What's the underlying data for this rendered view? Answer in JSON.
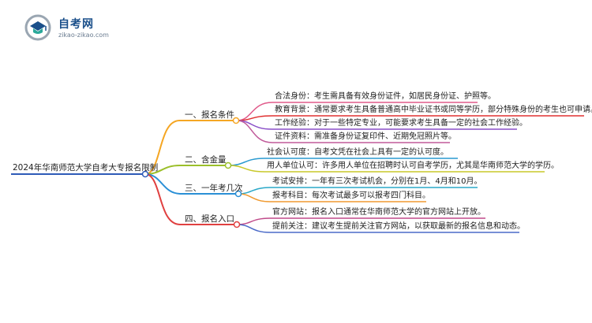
{
  "logo": {
    "title": "自考网",
    "subtitle": "zikao-zikao.com",
    "colors": {
      "blue": "#1a4f8a",
      "teal": "#2aa89a",
      "gray": "#9aa6b2"
    }
  },
  "root": {
    "label": "2024年华南师范大学自考大专报名限制",
    "color": "#2e5bb8"
  },
  "branches": [
    {
      "label": "一、报名条件",
      "color": "#f5a623",
      "children": [
        {
          "label": "合法身份：考生需具备有效身份证件，如居民身份证、护照等。",
          "color": "#e05a8a"
        },
        {
          "label": "教育背景：通常要求考生具备普通高中毕业证书或同等学历，部分特殊身份的考生也可申请。",
          "color": "#e03030"
        },
        {
          "label": "工作经验：对于一些特定专业，可能要求考生具备一定的社会工作经验。",
          "color": "#8a4fc8"
        },
        {
          "label": "证件资料：需准备身份证复印件、近期免冠照片等。",
          "color": "#c05a9a"
        }
      ]
    },
    {
      "label": "二、含金量",
      "color": "#9bbf2a",
      "children": [
        {
          "label": "社会认可度：自考文凭在社会上具有一定的认可度。",
          "color": "#2a9ad0"
        },
        {
          "label": "用人单位认可：许多用人单位在招聘时认可自考学历，尤其是华南师范大学的学历。",
          "color": "#c8c82a"
        }
      ]
    },
    {
      "label": "三、一年考几次",
      "color": "#2a8fd6",
      "children": [
        {
          "label": "考试安排：一年有三次考试机会，分别在1月、4月和10月。",
          "color": "#2aa8c8"
        },
        {
          "label": "报考科目：每次考试最多可以报考四门科目。",
          "color": "#f09a30"
        }
      ]
    },
    {
      "label": "四、报名入口",
      "color": "#e04040",
      "children": [
        {
          "label": "官方网站：报名入口通常在华南师范大学的官方网站上开放。",
          "color": "#c04a8a"
        },
        {
          "label": "提前关注：建议考生提前关注官方网站，以获取最新的报名信息和动态。",
          "color": "#4a6ac8"
        }
      ]
    }
  ]
}
